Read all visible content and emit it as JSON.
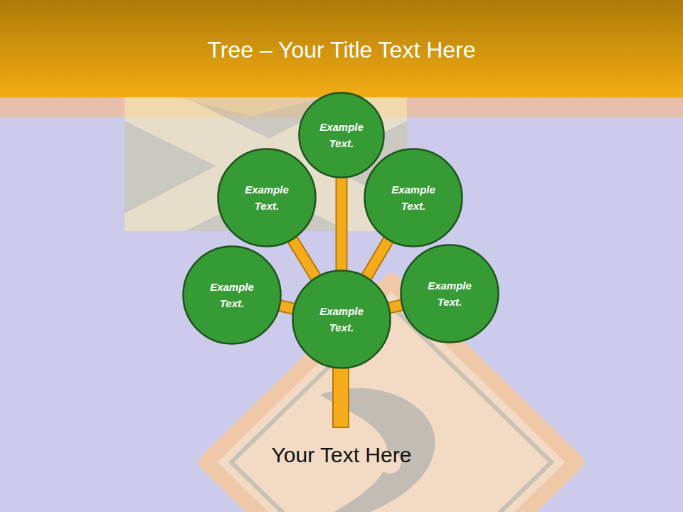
{
  "diagram": {
    "title": "Tree – Your Title Text Here",
    "caption": "Your Text Here",
    "nodes": [
      {
        "text": [
          "Example Text."
        ]
      },
      {
        "text": [
          "Example Text."
        ]
      },
      {
        "text": [
          "Example Text."
        ]
      },
      {
        "text": [
          "Example Text."
        ]
      },
      {
        "text": [
          "Example Text."
        ]
      },
      {
        "text": [
          "Example Text."
        ]
      }
    ],
    "edges": [
      {
        "from": 5,
        "to": 0,
        "arrow": "none"
      },
      {
        "from": 5,
        "to": 1,
        "arrow": "none"
      },
      {
        "from": 5,
        "to": 2,
        "arrow": "none"
      },
      {
        "from": 5,
        "to": 3,
        "arrow": "none"
      },
      {
        "from": 5,
        "to": 4,
        "arrow": "none"
      }
    ]
  }
}
